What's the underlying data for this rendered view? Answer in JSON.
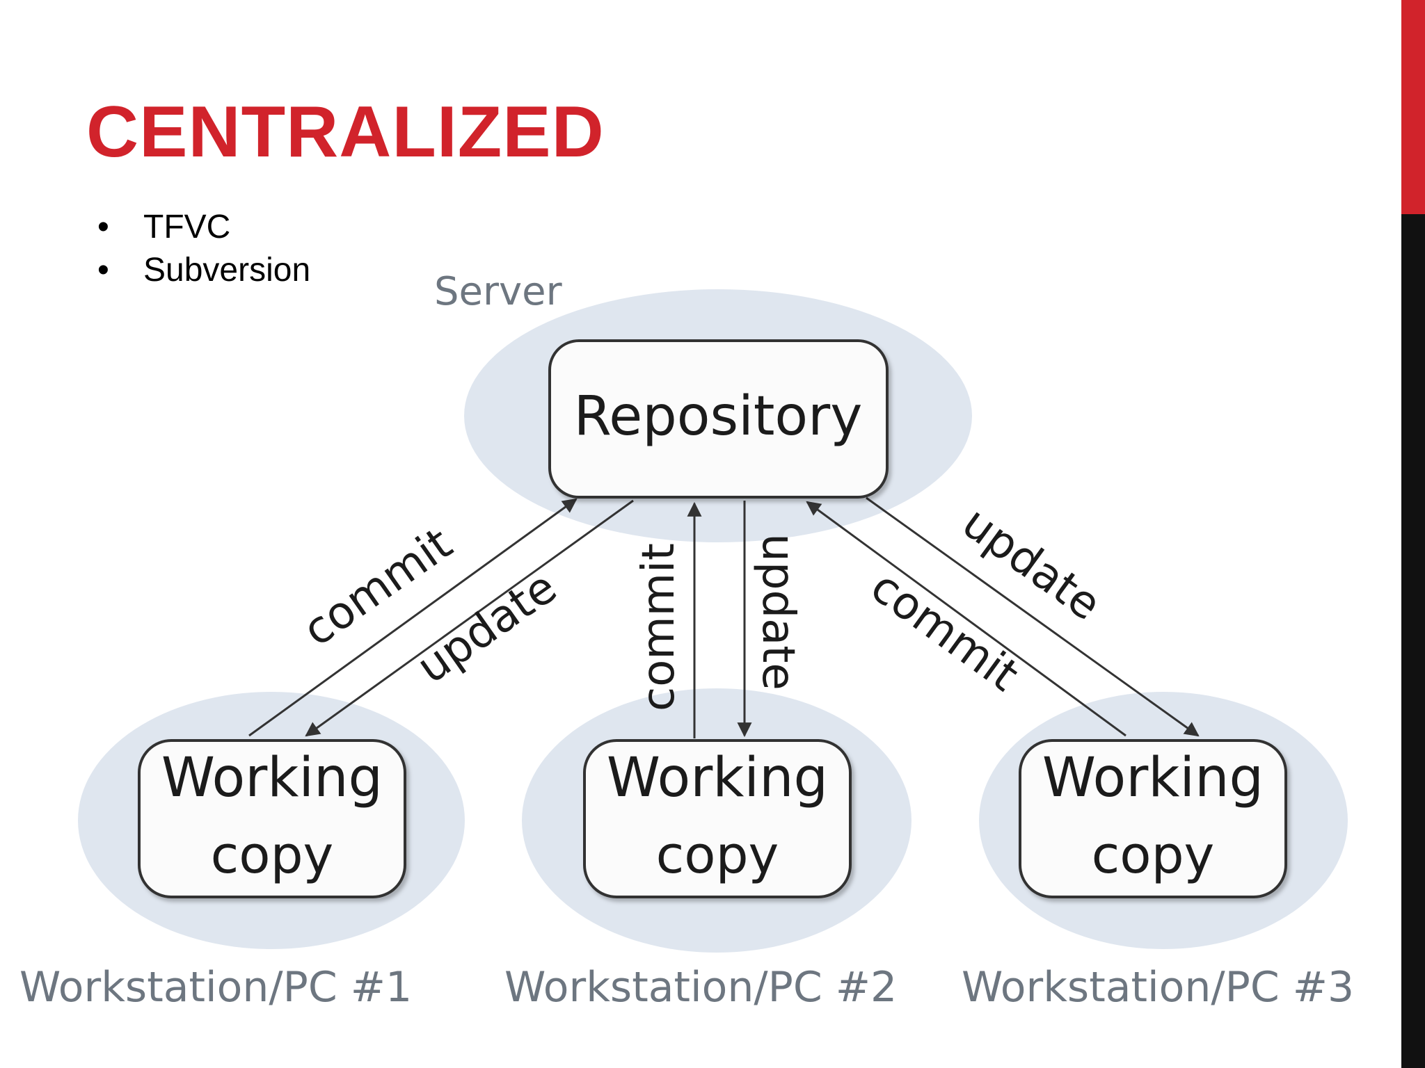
{
  "slide": {
    "title": "CENTRALIZED",
    "bullets": [
      "TFVC",
      "Subversion"
    ],
    "bullet_glyph": "•"
  },
  "diagram": {
    "server_label": "Server",
    "repository_label": "Repository",
    "working_copy": {
      "line1": "Working",
      "line2": "copy"
    },
    "workstations": [
      "Workstation/PC #1",
      "Workstation/PC #2",
      "Workstation/PC #3"
    ],
    "arrow_labels": {
      "commit": "commit",
      "update": "update"
    }
  },
  "colors": {
    "title": "#d1232b",
    "accent_bar": "#d1232b",
    "dark_bar": "#111111",
    "ellipse_fill": "#dfe6ef",
    "box_fill": "#fbfbfb",
    "box_stroke": "#333333",
    "label_gray": "#6d7680"
  }
}
